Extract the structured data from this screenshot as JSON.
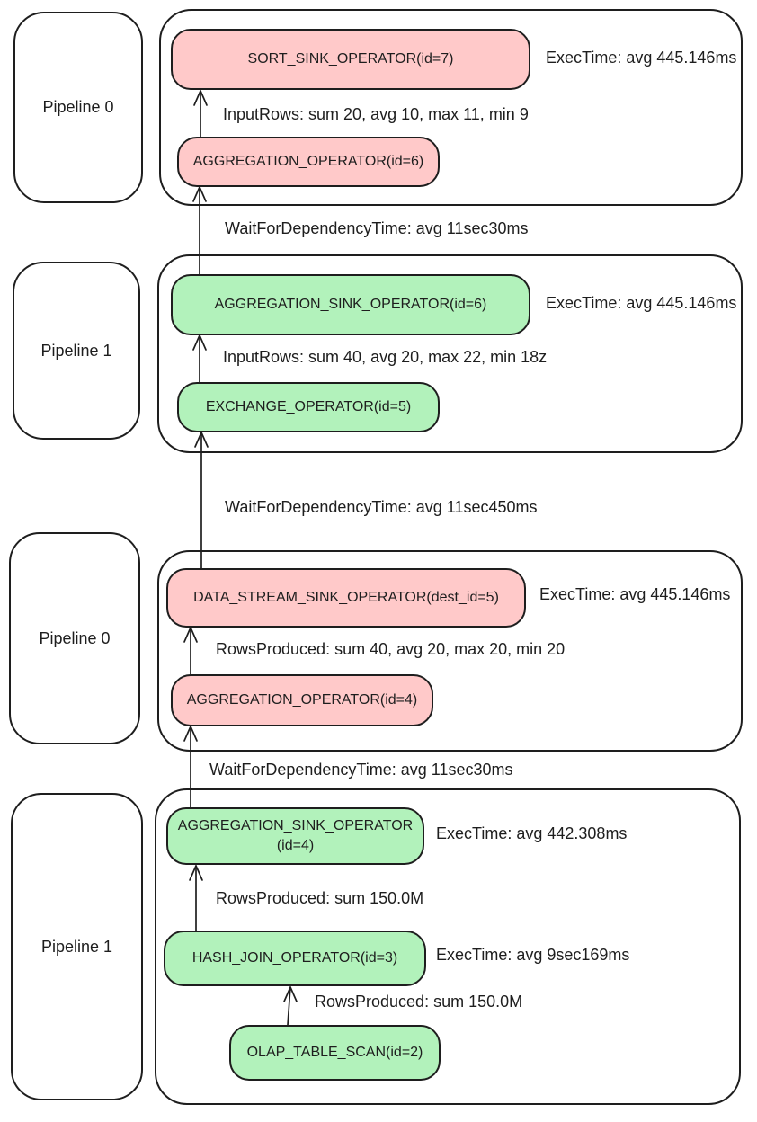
{
  "colors": {
    "stroke": "#1e1e1e",
    "operator_red_fill": "#ffc9c9",
    "operator_green_fill": "#b2f2bb",
    "canvas_background": "#ffffff"
  },
  "sections": [
    {
      "pipeline_label": "Pipeline 0",
      "top_operator": "SORT_SINK_OPERATOR(id=7)",
      "top_exec_time": "ExecTime: avg 445.146ms",
      "edge_label": "InputRows: sum 20, avg 10, max 11, min 9",
      "bottom_operator": "AGGREGATION_OPERATOR(id=6)"
    },
    {
      "pipeline_label": "Pipeline 1",
      "top_operator": "AGGREGATION_SINK_OPERATOR(id=6)",
      "top_exec_time": "ExecTime: avg 445.146ms",
      "edge_label": "InputRows: sum 40, avg 20, max 22, min 18z",
      "bottom_operator": "EXCHANGE_OPERATOR(id=5)"
    },
    {
      "pipeline_label": "Pipeline 0",
      "top_operator": "DATA_STREAM_SINK_OPERATOR(dest_id=5)",
      "top_exec_time": "ExecTime: avg 445.146ms",
      "edge_label": "RowsProduced: sum 40, avg 20, max 20, min 20",
      "bottom_operator": "AGGREGATION_OPERATOR(id=4)"
    },
    {
      "pipeline_label": "Pipeline 1",
      "top_operator": "AGGREGATION_SINK_OPERATOR (id=4)",
      "top_exec_time": "ExecTime: avg 442.308ms",
      "edge_label": "RowsProduced: sum 150.0M",
      "mid_operator": "HASH_JOIN_OPERATOR(id=3)",
      "mid_exec_time": "ExecTime: avg 9sec169ms",
      "edge_label_2": "RowsProduced: sum 150.0M",
      "bottom_operator": "OLAP_TABLE_SCAN(id=2)"
    }
  ],
  "connectors": [
    {
      "label": "WaitForDependencyTime: avg 11sec30ms"
    },
    {
      "label": "WaitForDependencyTime: avg 11sec450ms"
    },
    {
      "label": "WaitForDependencyTime: avg 11sec30ms"
    }
  ]
}
